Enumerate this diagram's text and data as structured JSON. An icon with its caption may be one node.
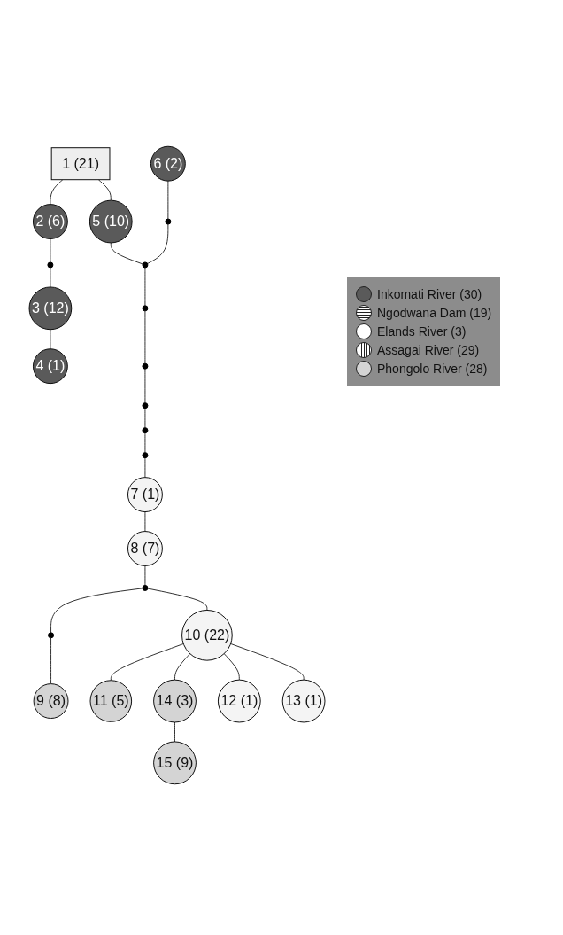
{
  "diagram": {
    "nodes": [
      {
        "text": [
          "1 (21)"
        ]
      },
      {
        "text": [
          "2 (6)"
        ]
      },
      {
        "text": [],
        "shape": "circle"
      },
      {
        "text": [
          "3 (12)"
        ]
      },
      {
        "text": [
          "4 (1)"
        ]
      },
      {
        "text": [
          "5 (10)"
        ]
      },
      {
        "text": [
          "6 (2)"
        ]
      },
      {
        "text": [],
        "shape": "circle"
      },
      {
        "text": [],
        "shape": "circle"
      },
      {
        "text": [],
        "shape": "circle"
      },
      {
        "text": [],
        "shape": "circle"
      },
      {
        "text": [],
        "shape": "circle"
      },
      {
        "text": [],
        "shape": "circle"
      },
      {
        "text": [],
        "shape": "circle"
      },
      {
        "text": [
          "7 (1)"
        ]
      },
      {
        "text": [
          "8 (7)"
        ]
      },
      {
        "text": [],
        "shape": "circle"
      },
      {
        "text": [],
        "shape": "circle"
      },
      {
        "text": [
          "9 (8)"
        ]
      },
      {
        "text": [
          "10 (22)"
        ]
      },
      {
        "text": [
          "11 (5)"
        ]
      },
      {
        "text": [
          "14 (3)"
        ]
      },
      {
        "text": [
          "12 (1)"
        ]
      },
      {
        "text": [
          "15 (9)"
        ]
      },
      {
        "text": [
          "13 (1)"
        ]
      }
    ],
    "edges": [
      {
        "from": 0,
        "to": 1,
        "arrow": "none"
      },
      {
        "from": 1,
        "to": 2,
        "arrow": "none"
      },
      {
        "from": 2,
        "to": 3,
        "arrow": "none"
      },
      {
        "from": 3,
        "to": 4,
        "arrow": "none"
      },
      {
        "from": 0,
        "to": 5,
        "arrow": "none"
      },
      {
        "from": 5,
        "to": 8,
        "arrow": "none"
      },
      {
        "from": 6,
        "to": 7,
        "arrow": "none"
      },
      {
        "from": 7,
        "to": 8,
        "arrow": "none"
      },
      {
        "from": 8,
        "to": 9,
        "arrow": "none"
      },
      {
        "from": 9,
        "to": 10,
        "arrow": "none"
      },
      {
        "from": 10,
        "to": 11,
        "arrow": "none"
      },
      {
        "from": 11,
        "to": 12,
        "arrow": "none"
      },
      {
        "from": 12,
        "to": 13,
        "arrow": "none"
      },
      {
        "from": 13,
        "to": 14,
        "arrow": "none"
      },
      {
        "from": 14,
        "to": 15,
        "arrow": "none"
      },
      {
        "from": 15,
        "to": 16,
        "arrow": "none"
      },
      {
        "from": 16,
        "to": 17,
        "arrow": "none"
      },
      {
        "from": 17,
        "to": 18,
        "arrow": "none"
      },
      {
        "from": 16,
        "to": 19,
        "arrow": "none"
      },
      {
        "from": 19,
        "to": 20,
        "arrow": "none"
      },
      {
        "from": 19,
        "to": 21,
        "arrow": "none"
      },
      {
        "from": 21,
        "to": 23,
        "arrow": "none"
      },
      {
        "from": 19,
        "to": 22,
        "arrow": "none"
      },
      {
        "from": 19,
        "to": 24,
        "arrow": "none"
      }
    ],
    "legend": [
      {
        "text": "Inkomati River (30)",
        "color": "#5a5a5a"
      },
      {
        "text": "Ngodwana Dam (19)"
      },
      {
        "text": "Elands River (3)",
        "color": "#ffffff"
      },
      {
        "text": "Assagai River (29)"
      },
      {
        "text": "Phongolo River (28)",
        "color": "#d4d4d4"
      }
    ]
  }
}
